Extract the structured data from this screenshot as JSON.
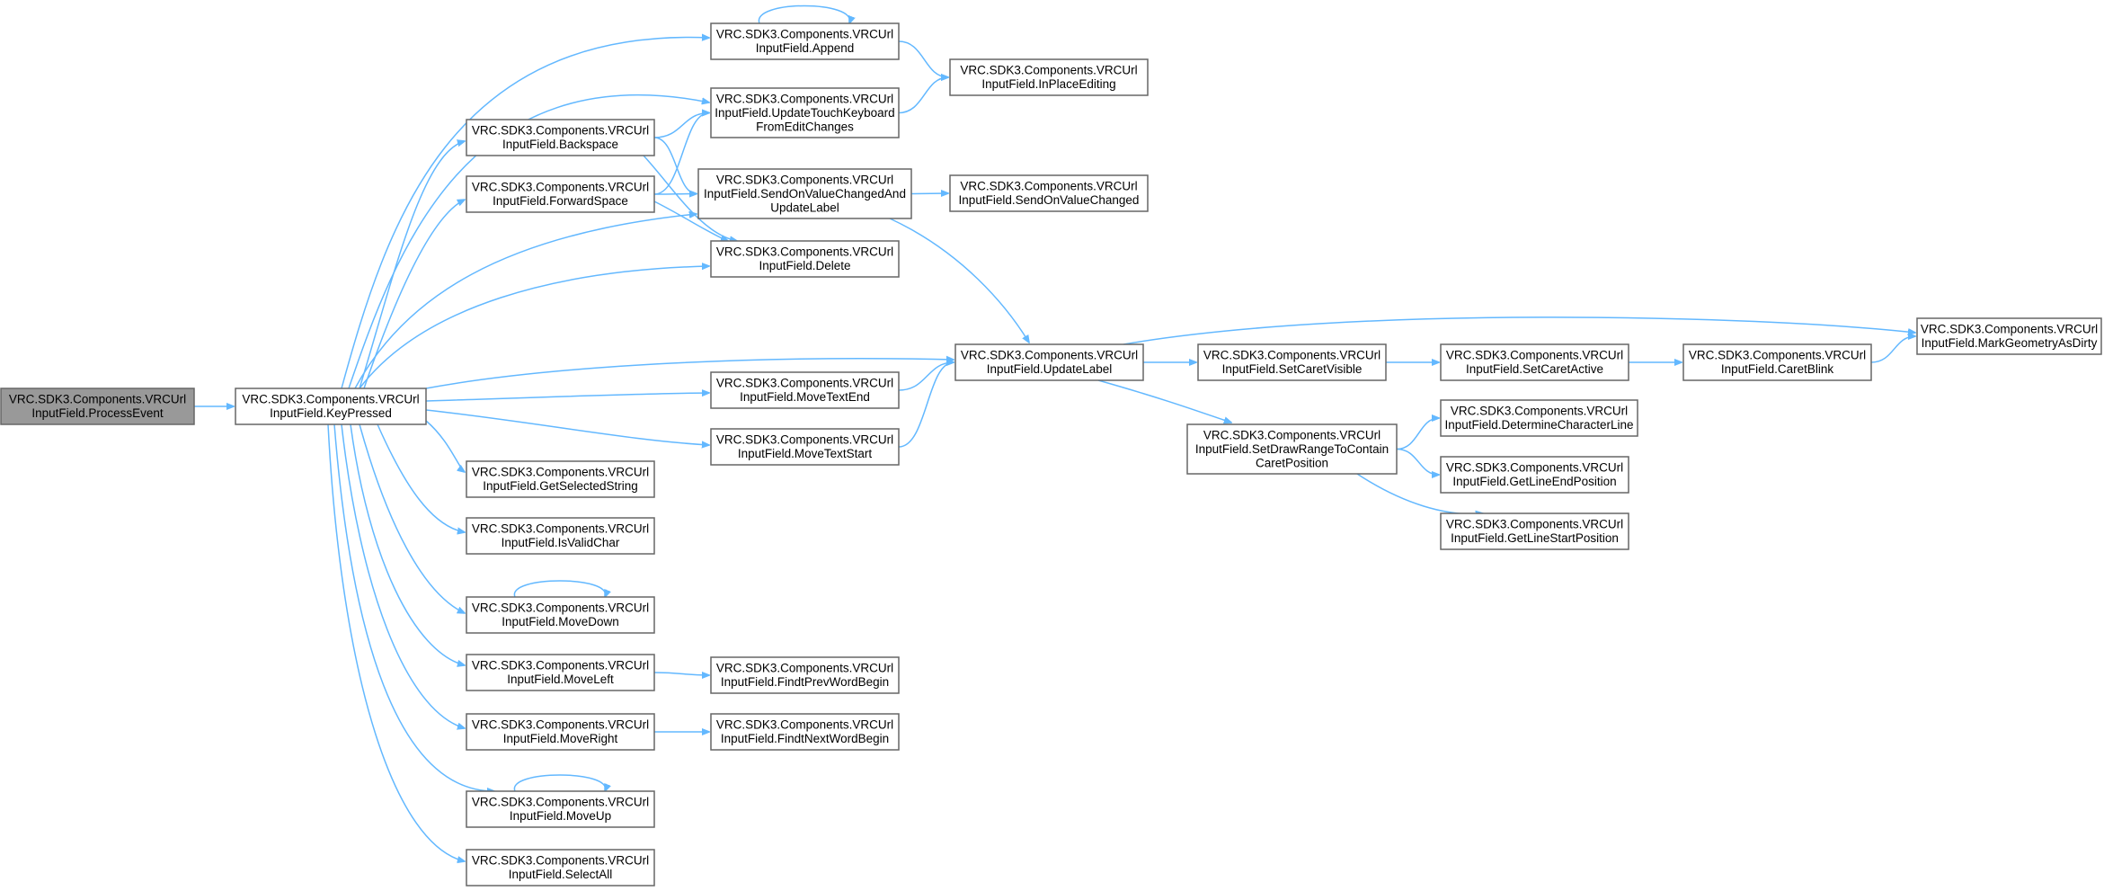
{
  "diagram": {
    "type": "call-graph",
    "nodes": [
      {
        "id": "processEvent",
        "lines": [
          "VRC.SDK3.Components.VRCUrl",
          "InputField.ProcessEvent"
        ],
        "highlighted": true
      },
      {
        "id": "keyPressed",
        "lines": [
          "VRC.SDK3.Components.VRCUrl",
          "InputField.KeyPressed"
        ]
      },
      {
        "id": "append",
        "lines": [
          "VRC.SDK3.Components.VRCUrl",
          "InputField.Append"
        ]
      },
      {
        "id": "inPlaceEditing",
        "lines": [
          "VRC.SDK3.Components.VRCUrl",
          "InputField.InPlaceEditing"
        ]
      },
      {
        "id": "updateTouchKeyboard",
        "lines": [
          "VRC.SDK3.Components.VRCUrl",
          "InputField.UpdateTouchKeyboard",
          "FromEditChanges"
        ]
      },
      {
        "id": "backspace",
        "lines": [
          "VRC.SDK3.Components.VRCUrl",
          "InputField.Backspace"
        ]
      },
      {
        "id": "sendOnValueChangedAndUpdateLabel",
        "lines": [
          "VRC.SDK3.Components.VRCUrl",
          "InputField.SendOnValueChangedAnd",
          "UpdateLabel"
        ]
      },
      {
        "id": "sendOnValueChanged",
        "lines": [
          "VRC.SDK3.Components.VRCUrl",
          "InputField.SendOnValueChanged"
        ]
      },
      {
        "id": "forwardSpace",
        "lines": [
          "VRC.SDK3.Components.VRCUrl",
          "InputField.ForwardSpace"
        ]
      },
      {
        "id": "delete",
        "lines": [
          "VRC.SDK3.Components.VRCUrl",
          "InputField.Delete"
        ]
      },
      {
        "id": "updateLabel",
        "lines": [
          "VRC.SDK3.Components.VRCUrl",
          "InputField.UpdateLabel"
        ]
      },
      {
        "id": "markGeometryAsDirty",
        "lines": [
          "VRC.SDK3.Components.VRCUrl",
          "InputField.MarkGeometryAsDirty"
        ]
      },
      {
        "id": "setCaretVisible",
        "lines": [
          "VRC.SDK3.Components.VRCUrl",
          "InputField.SetCaretVisible"
        ]
      },
      {
        "id": "setCaretActive",
        "lines": [
          "VRC.SDK3.Components.VRCUrl",
          "InputField.SetCaretActive"
        ]
      },
      {
        "id": "caretBlink",
        "lines": [
          "VRC.SDK3.Components.VRCUrl",
          "InputField.CaretBlink"
        ]
      },
      {
        "id": "moveTextEnd",
        "lines": [
          "VRC.SDK3.Components.VRCUrl",
          "InputField.MoveTextEnd"
        ]
      },
      {
        "id": "moveTextStart",
        "lines": [
          "VRC.SDK3.Components.VRCUrl",
          "InputField.MoveTextStart"
        ]
      },
      {
        "id": "setDrawRange",
        "lines": [
          "VRC.SDK3.Components.VRCUrl",
          "InputField.SetDrawRangeToContain",
          "CaretPosition"
        ]
      },
      {
        "id": "determineCharacterLine",
        "lines": [
          "VRC.SDK3.Components.VRCUrl",
          "InputField.DetermineCharacterLine"
        ]
      },
      {
        "id": "getLineEndPosition",
        "lines": [
          "VRC.SDK3.Components.VRCUrl",
          "InputField.GetLineEndPosition"
        ]
      },
      {
        "id": "getLineStartPosition",
        "lines": [
          "VRC.SDK3.Components.VRCUrl",
          "InputField.GetLineStartPosition"
        ]
      },
      {
        "id": "getSelectedString",
        "lines": [
          "VRC.SDK3.Components.VRCUrl",
          "InputField.GetSelectedString"
        ]
      },
      {
        "id": "isValidChar",
        "lines": [
          "VRC.SDK3.Components.VRCUrl",
          "InputField.IsValidChar"
        ]
      },
      {
        "id": "moveDown",
        "lines": [
          "VRC.SDK3.Components.VRCUrl",
          "InputField.MoveDown"
        ]
      },
      {
        "id": "moveLeft",
        "lines": [
          "VRC.SDK3.Components.VRCUrl",
          "InputField.MoveLeft"
        ]
      },
      {
        "id": "findPrevWordBegin",
        "lines": [
          "VRC.SDK3.Components.VRCUrl",
          "InputField.FindtPrevWordBegin"
        ]
      },
      {
        "id": "moveRight",
        "lines": [
          "VRC.SDK3.Components.VRCUrl",
          "InputField.MoveRight"
        ]
      },
      {
        "id": "findNextWordBegin",
        "lines": [
          "VRC.SDK3.Components.VRCUrl",
          "InputField.FindtNextWordBegin"
        ]
      },
      {
        "id": "moveUp",
        "lines": [
          "VRC.SDK3.Components.VRCUrl",
          "InputField.MoveUp"
        ]
      },
      {
        "id": "selectAll",
        "lines": [
          "VRC.SDK3.Components.VRCUrl",
          "InputField.SelectAll"
        ]
      }
    ],
    "edges": [
      {
        "from": "processEvent",
        "to": "keyPressed"
      },
      {
        "from": "keyPressed",
        "to": "append"
      },
      {
        "from": "keyPressed",
        "to": "updateTouchKeyboard"
      },
      {
        "from": "keyPressed",
        "to": "backspace"
      },
      {
        "from": "keyPressed",
        "to": "forwardSpace"
      },
      {
        "from": "keyPressed",
        "to": "sendOnValueChangedAndUpdateLabel"
      },
      {
        "from": "keyPressed",
        "to": "delete"
      },
      {
        "from": "keyPressed",
        "to": "updateLabel"
      },
      {
        "from": "keyPressed",
        "to": "moveTextEnd"
      },
      {
        "from": "keyPressed",
        "to": "moveTextStart"
      },
      {
        "from": "keyPressed",
        "to": "getSelectedString"
      },
      {
        "from": "keyPressed",
        "to": "isValidChar"
      },
      {
        "from": "keyPressed",
        "to": "moveDown"
      },
      {
        "from": "keyPressed",
        "to": "moveLeft"
      },
      {
        "from": "keyPressed",
        "to": "moveRight"
      },
      {
        "from": "keyPressed",
        "to": "moveUp"
      },
      {
        "from": "keyPressed",
        "to": "selectAll"
      },
      {
        "from": "append",
        "to": "append"
      },
      {
        "from": "append",
        "to": "inPlaceEditing"
      },
      {
        "from": "updateTouchKeyboard",
        "to": "inPlaceEditing"
      },
      {
        "from": "backspace",
        "to": "updateTouchKeyboard"
      },
      {
        "from": "backspace",
        "to": "sendOnValueChangedAndUpdateLabel"
      },
      {
        "from": "backspace",
        "to": "delete"
      },
      {
        "from": "forwardSpace",
        "to": "updateTouchKeyboard"
      },
      {
        "from": "forwardSpace",
        "to": "sendOnValueChangedAndUpdateLabel"
      },
      {
        "from": "forwardSpace",
        "to": "delete"
      },
      {
        "from": "sendOnValueChangedAndUpdateLabel",
        "to": "sendOnValueChanged"
      },
      {
        "from": "sendOnValueChangedAndUpdateLabel",
        "to": "updateLabel"
      },
      {
        "from": "moveTextEnd",
        "to": "updateLabel"
      },
      {
        "from": "moveTextStart",
        "to": "updateLabel"
      },
      {
        "from": "updateLabel",
        "to": "markGeometryAsDirty"
      },
      {
        "from": "updateLabel",
        "to": "setCaretVisible"
      },
      {
        "from": "updateLabel",
        "to": "setDrawRange"
      },
      {
        "from": "setCaretVisible",
        "to": "setCaretActive"
      },
      {
        "from": "setCaretActive",
        "to": "caretBlink"
      },
      {
        "from": "caretBlink",
        "to": "markGeometryAsDirty"
      },
      {
        "from": "setDrawRange",
        "to": "determineCharacterLine"
      },
      {
        "from": "setDrawRange",
        "to": "getLineEndPosition"
      },
      {
        "from": "setDrawRange",
        "to": "getLineStartPosition"
      },
      {
        "from": "moveDown",
        "to": "moveDown"
      },
      {
        "from": "moveLeft",
        "to": "findPrevWordBegin"
      },
      {
        "from": "moveRight",
        "to": "findNextWordBegin"
      },
      {
        "from": "moveUp",
        "to": "moveUp"
      }
    ],
    "colors": {
      "edge": "#63b8ff",
      "node_border": "#666666",
      "node_fill": "#ffffff",
      "root_fill": "#999999"
    }
  }
}
